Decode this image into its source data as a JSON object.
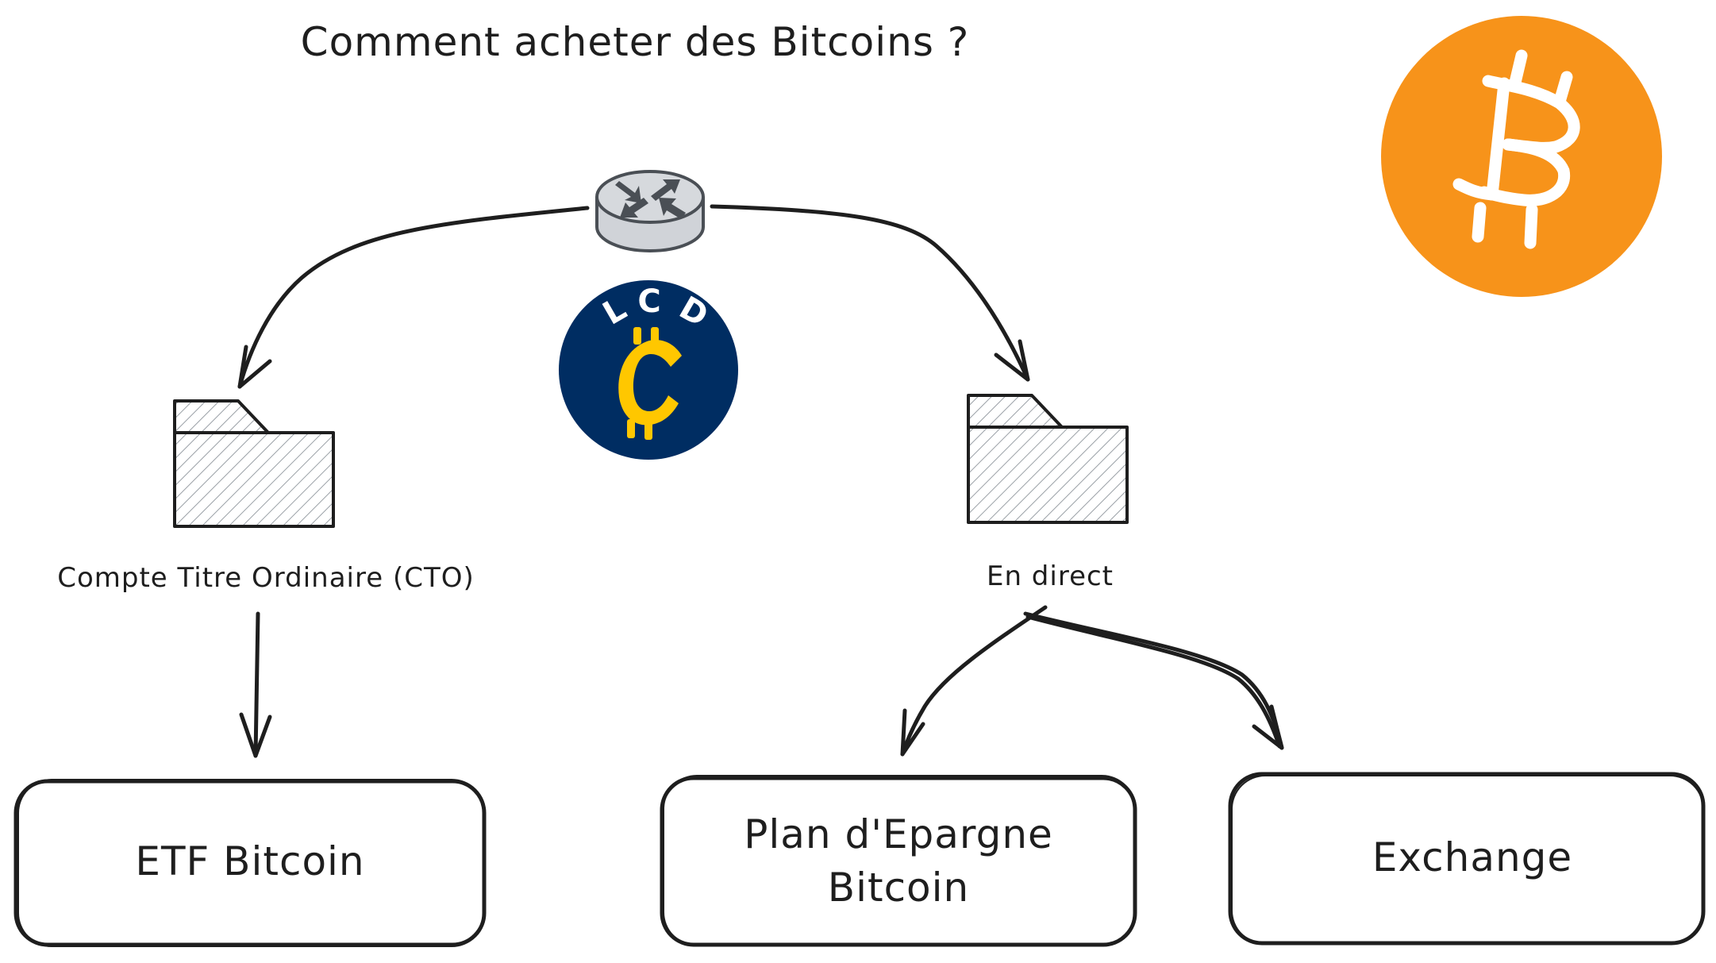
{
  "title": "Comment acheter des Bitcoins ?",
  "colors": {
    "stroke": "#1e1e1e",
    "bitcoin_orange": "#F7931A",
    "lcd_navy": "#002D62",
    "lcd_yellow": "#FFC700",
    "router_fill": "#d0d3d8",
    "router_stroke": "#4a4f55"
  },
  "hub": {
    "icon": "router-icon"
  },
  "logo": {
    "text": "LCD",
    "letters": [
      "L",
      "C",
      "D"
    ],
    "symbol": "₵"
  },
  "bitcoin_logo": {
    "symbol": "₿"
  },
  "branches": [
    {
      "id": "cto",
      "label": "Compte Titre Ordinaire (CTO)",
      "icon": "folder-icon"
    },
    {
      "id": "direct",
      "label": "En direct",
      "icon": "folder-icon"
    }
  ],
  "options": [
    {
      "id": "etf",
      "lines": [
        "ETF Bitcoin"
      ],
      "parent": "cto"
    },
    {
      "id": "peb",
      "lines": [
        "Plan d'Epargne",
        "Bitcoin"
      ],
      "parent": "direct"
    },
    {
      "id": "exchange",
      "lines": [
        "Exchange"
      ],
      "parent": "direct"
    }
  ]
}
